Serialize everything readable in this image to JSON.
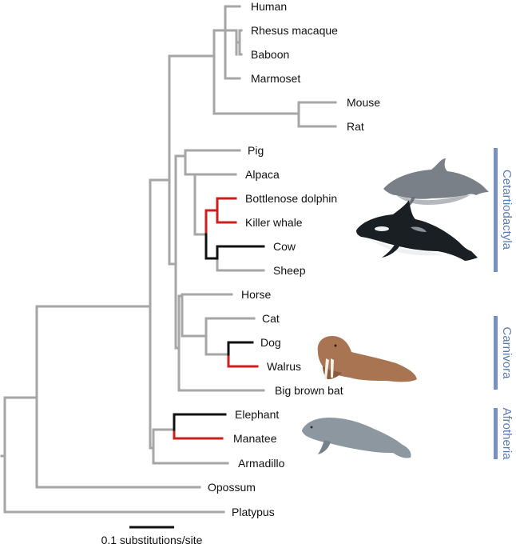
{
  "colors": {
    "branch_default": "#a6a6a6",
    "branch_highlight_red": "#cc1f1f",
    "branch_highlight_black": "#111111",
    "clade_bar": "#7891c3",
    "clade_text": "#5b7ab0"
  },
  "taxa": {
    "human": "Human",
    "rhesus": "Rhesus macaque",
    "baboon": "Baboon",
    "marmoset": "Marmoset",
    "mouse": "Mouse",
    "rat": "Rat",
    "pig": "Pig",
    "alpaca": "Alpaca",
    "dolphin": "Bottlenose dolphin",
    "killer_whale": "Killer whale",
    "cow": "Cow",
    "sheep": "Sheep",
    "horse": "Horse",
    "cat": "Cat",
    "dog": "Dog",
    "walrus": "Walrus",
    "bat": "Big brown bat",
    "elephant": "Elephant",
    "manatee": "Manatee",
    "armadillo": "Armadillo",
    "opossum": "Opossum",
    "platypus": "Platypus"
  },
  "clades": {
    "cetartiodactyla": "Cetartiodactyla",
    "carnivora": "Carnivora",
    "afrotheria": "Afrotheria"
  },
  "scale_bar": {
    "label": "0.1 substitutions/site",
    "value": 0.1
  },
  "illustrations": {
    "dolphin": "dolphin-illustration",
    "orca": "orca-illustration",
    "walrus": "walrus-illustration",
    "manatee": "manatee-illustration"
  }
}
